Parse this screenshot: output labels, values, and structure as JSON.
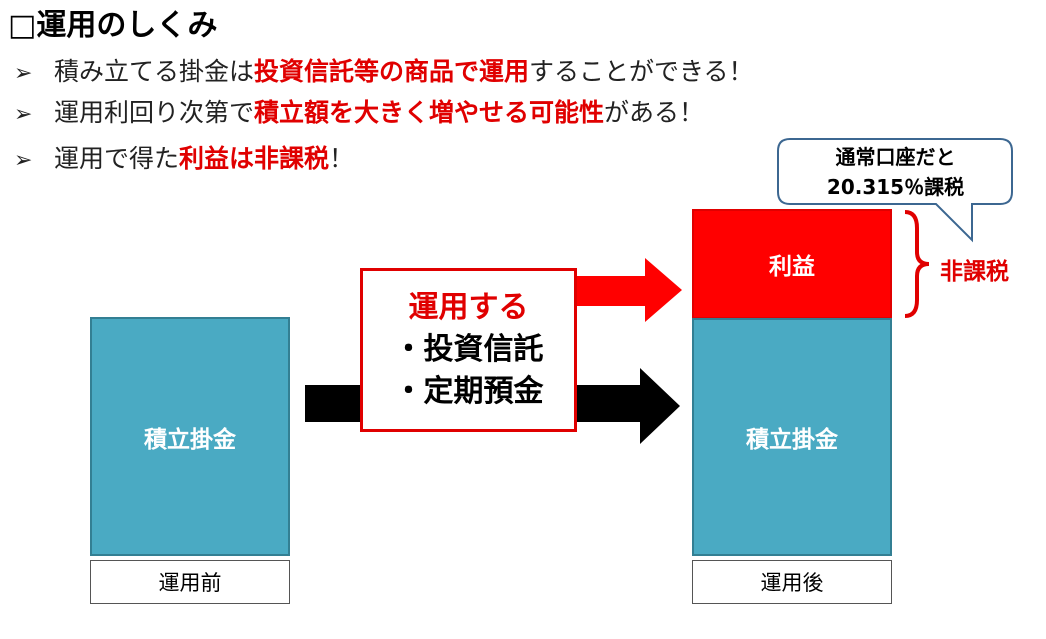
{
  "title": "□運用のしくみ",
  "bullets": [
    {
      "marker": "➢",
      "pre": "積み立てる掛金は",
      "highlight": "投資信託等の商品で運用",
      "post": "することができる！"
    },
    {
      "marker": "➢",
      "pre": "運用利回り次第で",
      "highlight": "積立額を大きく増やせる可能性",
      "post": "がある！"
    },
    {
      "marker": "➢",
      "pre": "運用で得た",
      "highlight": "利益は非課税",
      "post": "！"
    }
  ],
  "diagram": {
    "before_bar": "積立掛金",
    "before_label": "運用前",
    "after_profit": "利益",
    "after_bar": "積立掛金",
    "after_label": "運用後",
    "center": {
      "heading": "運用する",
      "items": [
        "・投資信託",
        "・定期預金"
      ]
    },
    "callout": {
      "line1": "通常口座だと",
      "line2": "20.315％課税"
    },
    "brace_label": "非課税"
  },
  "colors": {
    "accent_red": "#e00000",
    "bar_blue": "#4aaac3"
  }
}
